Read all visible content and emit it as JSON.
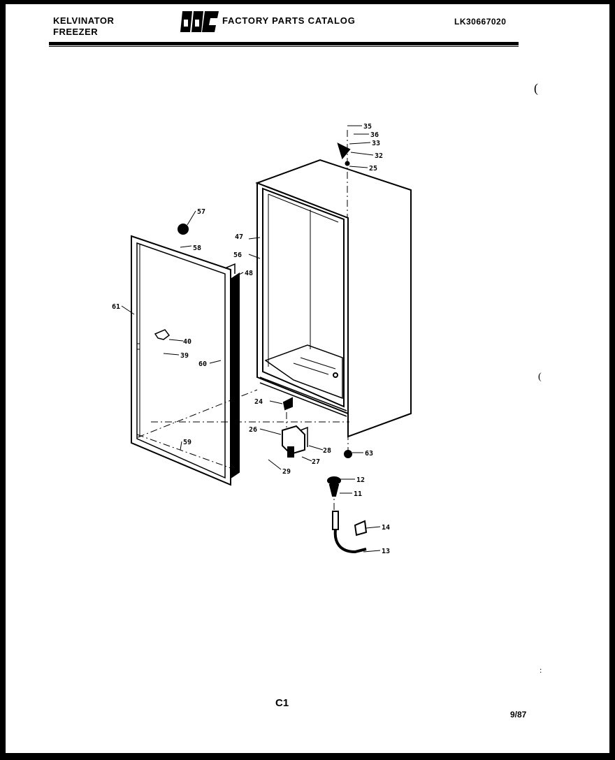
{
  "header": {
    "brand_line1": "KELVINATOR",
    "brand_line2": "FREEZER",
    "catalog_title": "FACTORY PARTS CATALOG",
    "model_code": "LK30667020",
    "logo_text": "WCI"
  },
  "footer": {
    "page_id": "C1",
    "date": "9/87"
  },
  "callouts": [
    "35",
    "36",
    "33",
    "32",
    "25",
    "57",
    "58",
    "47",
    "56",
    "48",
    "61",
    "40",
    "39",
    "60",
    "24",
    "26",
    "28",
    "27",
    "29",
    "59",
    "63",
    "12",
    "11",
    "14",
    "13"
  ]
}
